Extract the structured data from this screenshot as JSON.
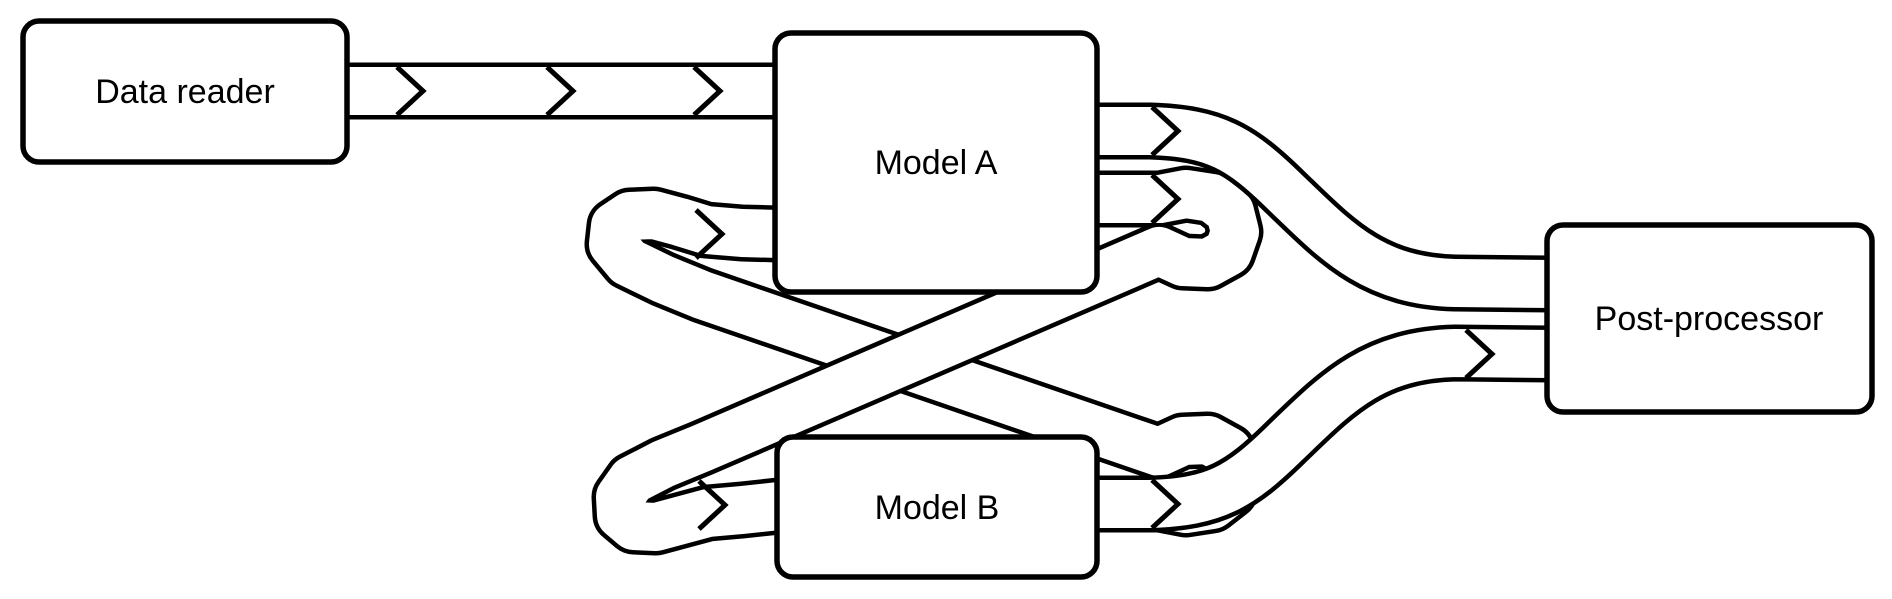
{
  "diagram": {
    "type": "flow-diagram",
    "background_color": "#ffffff",
    "stroke_color": "#000000",
    "nodes": [
      {
        "id": "data-reader",
        "label": "Data reader"
      },
      {
        "id": "model-a",
        "label": "Model A"
      },
      {
        "id": "model-b",
        "label": "Model B"
      },
      {
        "id": "post-processor",
        "label": "Post-processor"
      }
    ],
    "edges": [
      {
        "from": "Data reader",
        "to": "Model A",
        "style": "wide-pipe",
        "arrow_chevrons": 3,
        "route": "straight horizontal"
      },
      {
        "from": "Model A",
        "to": "Post-processor",
        "style": "wide-pipe",
        "arrow_chevrons": 1,
        "route": "curves down-right into top-left input"
      },
      {
        "from": "Model A",
        "to": "Model B",
        "style": "wide-pipe",
        "arrow_chevrons": 2,
        "route": "right u-turn, diagonal crossing, left loop into Model B left input"
      },
      {
        "from": "Model B",
        "to": "Model A",
        "style": "wide-pipe",
        "arrow_chevrons": 2,
        "route": "right u-turn, diagonal crossing, left loop into Model A left input"
      },
      {
        "from": "Model B",
        "to": "Post-processor",
        "style": "wide-pipe",
        "arrow_chevrons": 2,
        "route": "curves up-right into bottom-left input"
      }
    ]
  }
}
